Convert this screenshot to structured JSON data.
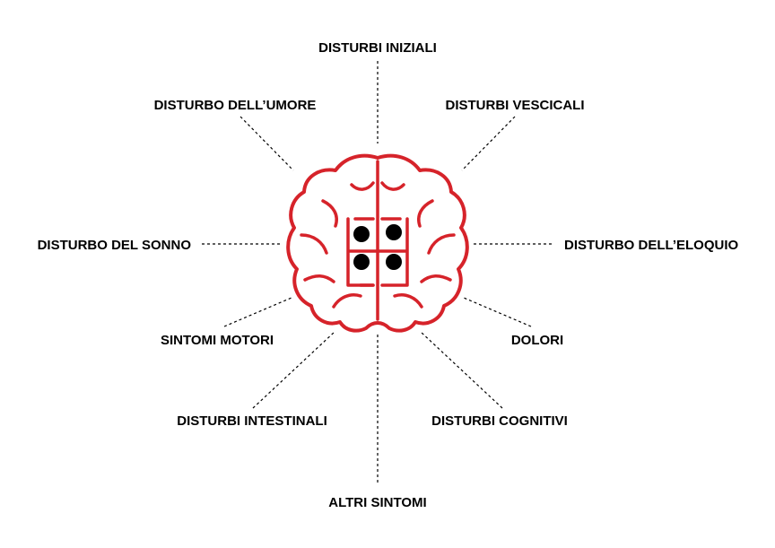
{
  "colors": {
    "brain_stroke": "#d6232a",
    "text": "#000000",
    "connector": "#000000",
    "background": "#ffffff",
    "dots": "#000000"
  },
  "diagram": {
    "center_icon": "brain-icon",
    "labels": {
      "top": "DISTURBI INIZIALI",
      "top_left": "DISTURBO DELL’UMORE",
      "top_right": "DISTURBI VESCICALI",
      "left": "DISTURBO DEL SONNO",
      "right": "DISTURBO DELL’ELOQUIO",
      "mid_left": "SINTOMI MOTORI",
      "mid_right": "DOLORI",
      "bottom_left": "DISTURBI INTESTINALI",
      "bottom_right": "DISTURBI COGNITIVI",
      "bottom": "ALTRI SINTOMI"
    }
  }
}
